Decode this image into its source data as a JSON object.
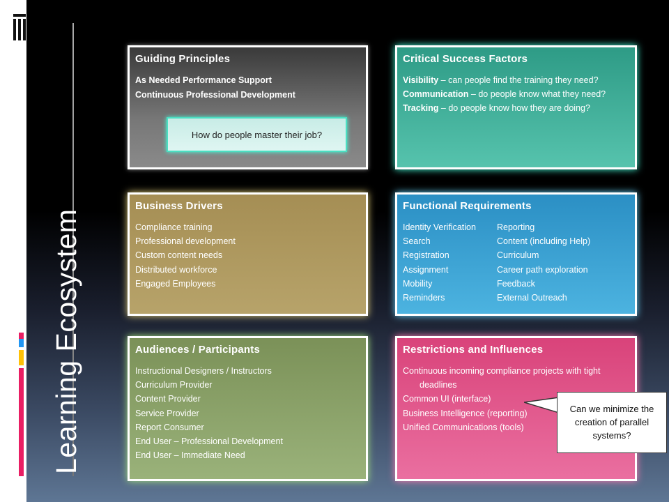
{
  "slide_title": "Learning Ecosystem",
  "colors": {
    "stripe_colors": [
      "#e91e63",
      "#ffc107",
      "#2196f3",
      "#4caf50"
    ]
  },
  "guiding_principles": {
    "title": "Guiding Principles",
    "items": [
      "As Needed Performance Support",
      "Continuous Professional Development"
    ],
    "callout": "How do people master their job?"
  },
  "critical_success_factors": {
    "title": "Critical Success Factors",
    "items": [
      {
        "term": "Visibility",
        "desc": " – can people find the training they need?"
      },
      {
        "term": "Communication",
        "desc": " – do people know what they need?"
      },
      {
        "term": "Tracking",
        "desc": " – do people know how they are doing?"
      }
    ]
  },
  "business_drivers": {
    "title": "Business Drivers",
    "items": [
      "Compliance training",
      "Professional development",
      "Custom content needs",
      "Distributed workforce",
      "Engaged Employees"
    ]
  },
  "functional_requirements": {
    "title": "Functional Requirements",
    "col1": [
      "Identity Verification",
      "Search",
      "Registration",
      "Assignment",
      "Mobility",
      "Reminders"
    ],
    "col2": [
      "Reporting",
      "Content (including Help)",
      "Curriculum",
      "Career path exploration",
      "Feedback",
      "External Outreach"
    ]
  },
  "audiences": {
    "title": "Audiences / Participants",
    "items": [
      "Instructional Designers / Instructors",
      "Curriculum Provider",
      "Content Provider",
      "Service Provider",
      "Report Consumer",
      "End User – Professional Development",
      "End User – Immediate Need"
    ]
  },
  "restrictions": {
    "title": "Restrictions and Influences",
    "item1_line1": "Continuous incoming compliance projects with tight",
    "item1_line2": "deadlines",
    "items": [
      "Common UI  (interface)",
      "Business Intelligence (reporting)",
      "Unified Communications (tools)"
    ]
  },
  "speech_bubble": "Can we minimize the creation of parallel systems?"
}
